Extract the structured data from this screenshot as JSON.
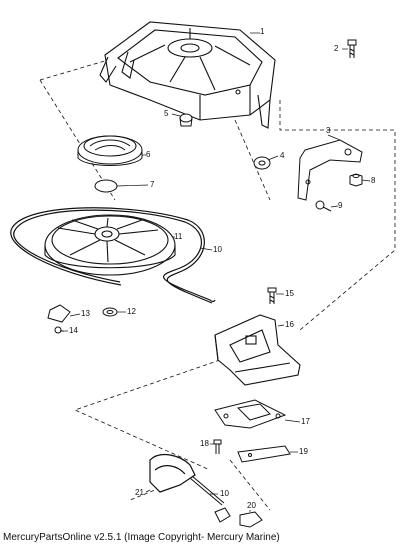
{
  "callouts": {
    "c1": "1",
    "c2": "2",
    "c3": "3",
    "c4": "4",
    "c5": "5",
    "c6": "6",
    "c7": "7",
    "c8": "8",
    "c9": "9",
    "c10a": "10",
    "c10b": "10",
    "c11": "11",
    "c12": "12",
    "c13": "13",
    "c14": "14",
    "c15": "15",
    "c16": "16",
    "c17": "17",
    "c18": "18",
    "c19": "19",
    "c20": "20",
    "c21": "21"
  },
  "footer": {
    "text": "MercuryPartsOnline v2.5.1 (Image Copyright- Mercury Marine)"
  }
}
